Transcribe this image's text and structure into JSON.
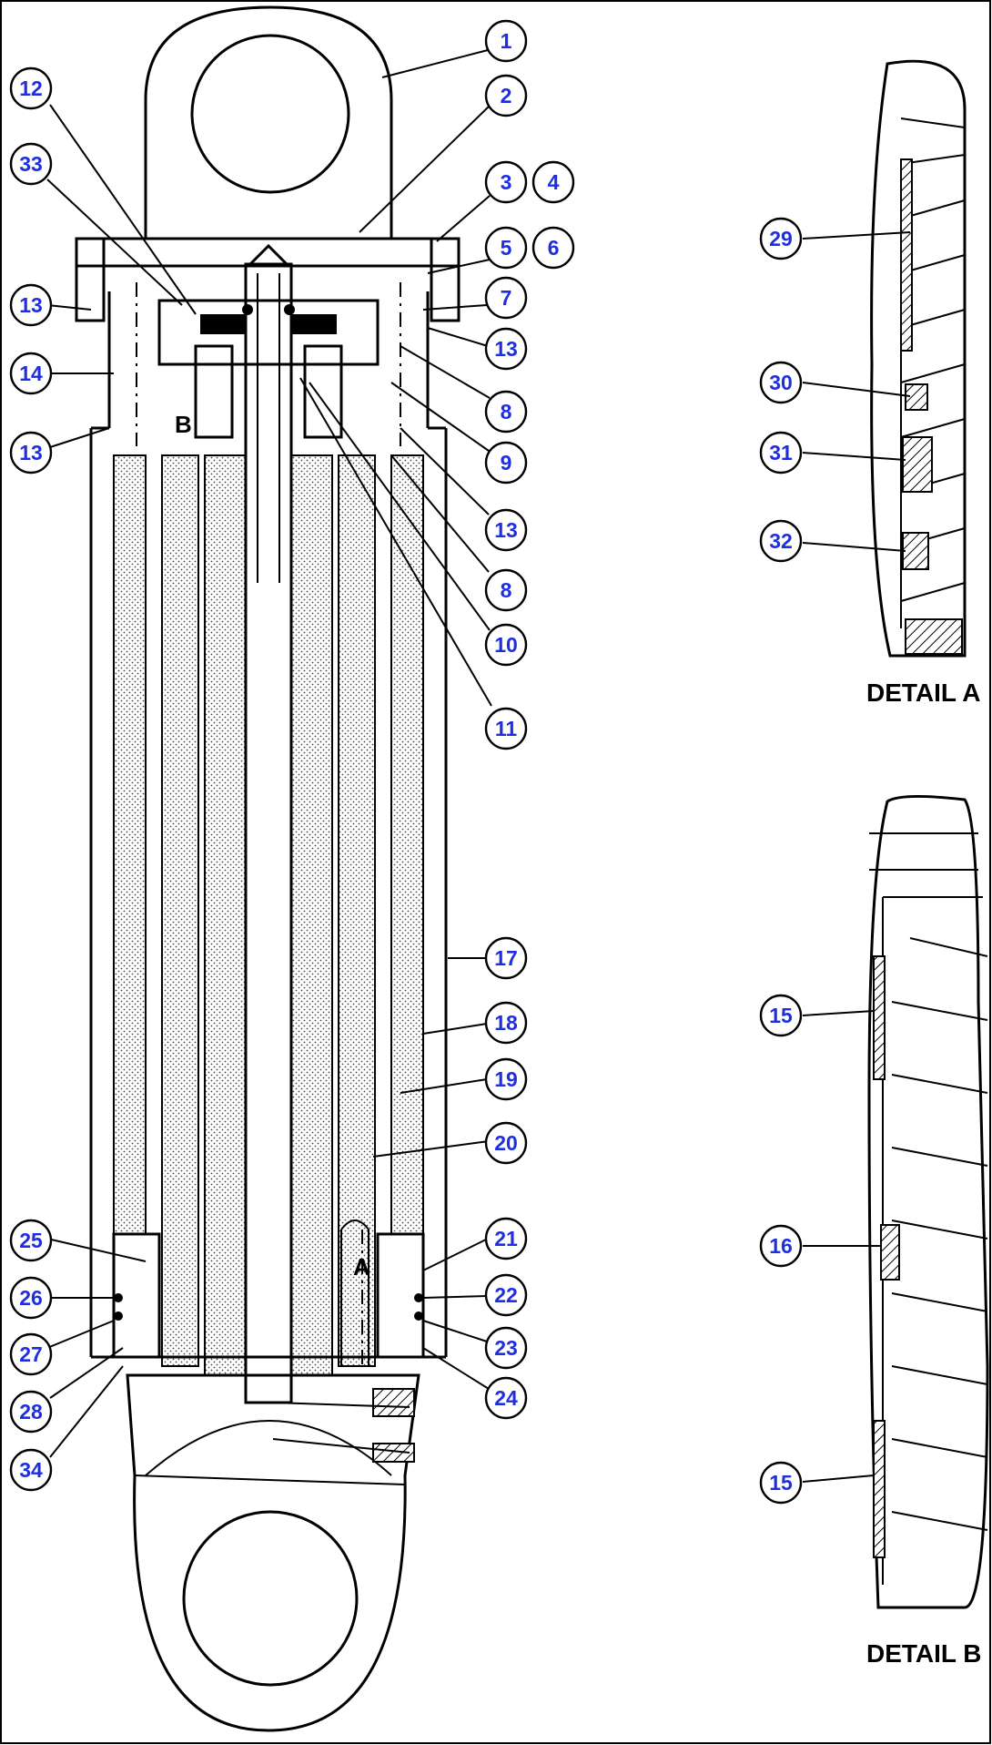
{
  "drawing": {
    "view_letter_a": "A",
    "view_letter_b": "B",
    "detail_a_label": "DETAIL A",
    "detail_b_label": "DETAIL B"
  },
  "callouts": [
    "1",
    "2",
    "3",
    "4",
    "5",
    "6",
    "7",
    "8",
    "9",
    "10",
    "11",
    "12",
    "13",
    "14",
    "15",
    "16",
    "17",
    "18",
    "19",
    "20",
    "21",
    "22",
    "23",
    "24",
    "25",
    "26",
    "27",
    "28",
    "29",
    "30",
    "31",
    "32",
    "33",
    "34"
  ],
  "colors": {
    "callout_text": "#1f2fe0",
    "line": "#000000",
    "background": "#ffffff"
  }
}
